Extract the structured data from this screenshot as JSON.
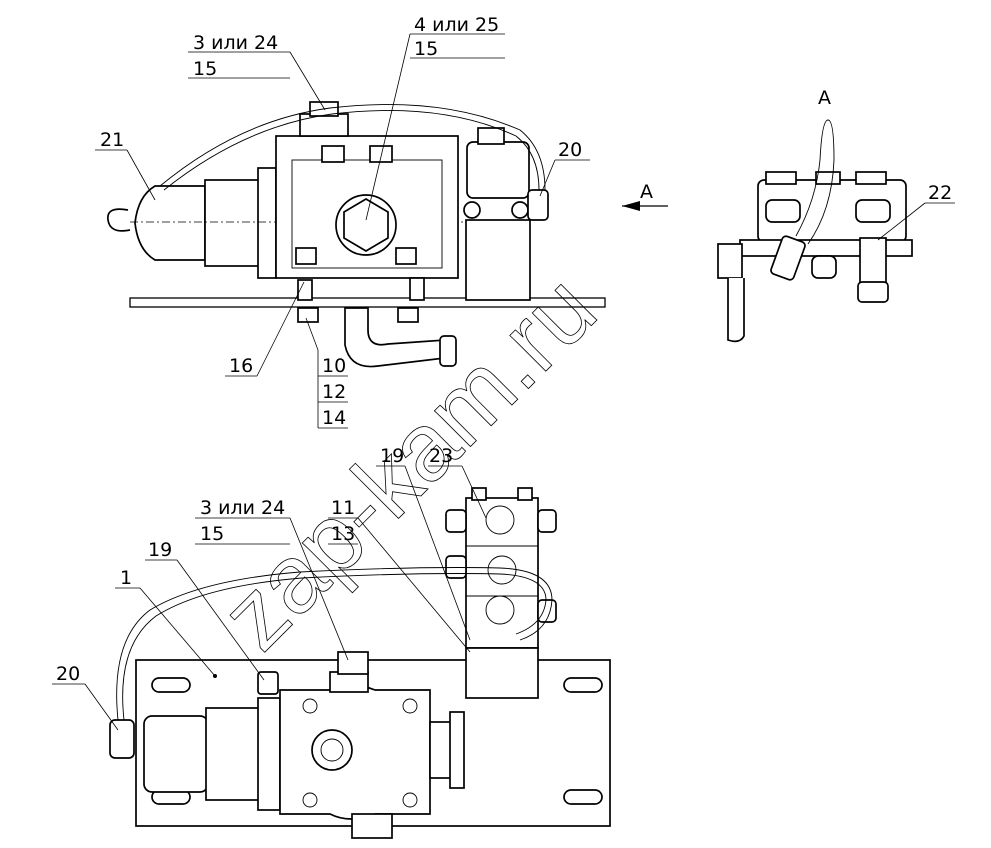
{
  "callouts": {
    "c_3or24_top": "3 или 24",
    "c_15_top_left": "15",
    "c_4or25": "4 или 25",
    "c_15_top_mid": "15",
    "c_21": "21",
    "c_20_top": "20",
    "c_16": "16",
    "c_10": "10",
    "c_12": "12",
    "c_14": "14",
    "c_A_top": "А",
    "c_A_arrow": "А",
    "c_22": "22",
    "c_19_mid": "19",
    "c_23": "23",
    "c_3or24_bot": "3 или 24",
    "c_15_bot": "15",
    "c_11": "11",
    "c_13": "13",
    "c_19_left": "19",
    "c_1": "1",
    "c_20_bot": "20"
  },
  "watermark": {
    "text": "zap-kam.ru"
  },
  "colors": {
    "line": "#000000",
    "background": "#ffffff"
  }
}
